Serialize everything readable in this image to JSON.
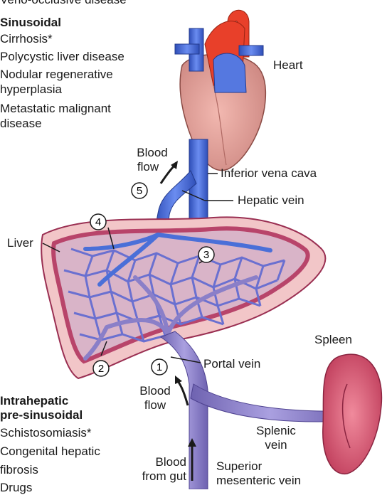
{
  "left_text": {
    "top_cut": "Veno-occlusive disease",
    "sinusoidal_heading": "Sinusoidal",
    "sinusoidal_items": [
      "Cirrhosis*",
      "Polycystic liver disease",
      "Nodular regenerative",
      "hyperplasia",
      "Metastatic malignant",
      "disease"
    ],
    "pre_heading_1": "Intrahepatic",
    "pre_heading_2": "pre-sinusoidal",
    "pre_items": [
      "Schistosomiasis*",
      "Congenital hepatic",
      "fibrosis",
      "Drugs"
    ]
  },
  "labels": {
    "heart": "Heart",
    "ivc": "Inferior vena cava",
    "hepatic_vein": "Hepatic vein",
    "blood_flow_top_1": "Blood",
    "blood_flow_top_2": "flow",
    "liver": "Liver",
    "spleen": "Spleen",
    "portal_vein": "Portal vein",
    "blood_flow_mid_1": "Blood",
    "blood_flow_mid_2": "flow",
    "splenic_vein_1": "Splenic",
    "splenic_vein_2": "vein",
    "blood_gut_1": "Blood",
    "blood_gut_2": "from gut",
    "smv_1": "Superior",
    "smv_2": "mesenteric vein"
  },
  "markers": [
    "1",
    "2",
    "3",
    "4",
    "5"
  ],
  "colors": {
    "vein_blue": "#4a6fd8",
    "portal_purple": "#8a7fc8",
    "artery_red": "#e8402a",
    "heart_pink": "#e6a8a0",
    "liver_pink": "#f2c6c8",
    "liver_rim": "#b8446a",
    "spleen_red": "#d9607a"
  }
}
